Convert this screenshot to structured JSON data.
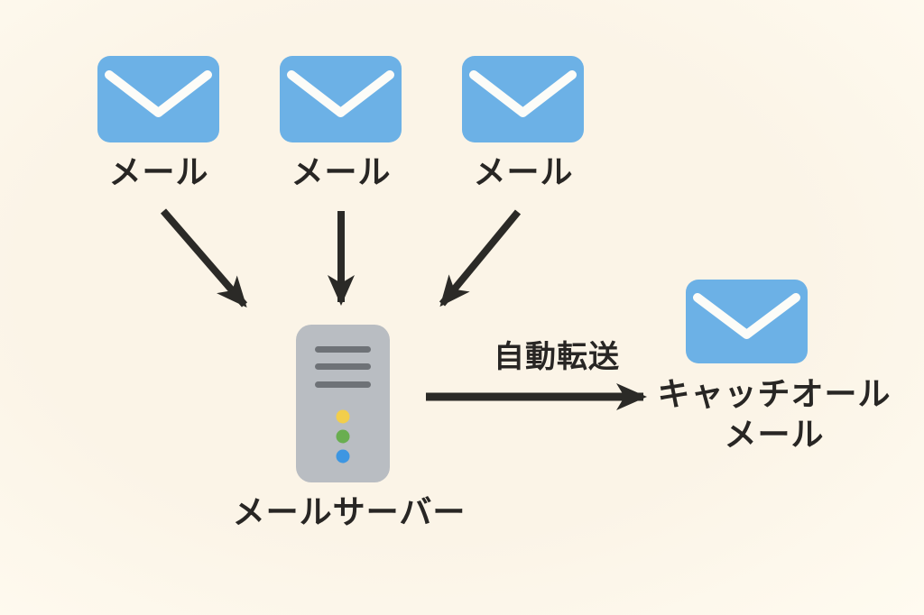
{
  "diagram": {
    "sources": [
      {
        "label": "メール"
      },
      {
        "label": "メール"
      },
      {
        "label": "メール"
      }
    ],
    "server": {
      "label": "メールサーバー"
    },
    "forward_arrow": {
      "label": "自動転送"
    },
    "catchall": {
      "label_line1": "キャッチオール",
      "label_line2": "メール"
    }
  },
  "icons": {
    "mail": "envelope-icon",
    "server": "server-tower-icon",
    "flow": "arrow-icon"
  },
  "colors": {
    "background": "#FBF4E7",
    "envelope_blue": "#6CB1E6",
    "chevron_white": "#FCFCF8",
    "server_gray": "#B9BDC2",
    "server_bar_gray": "#6E7277",
    "dot_yellow": "#F2CE4B",
    "dot_green": "#69AE50",
    "dot_blue": "#3D96E2",
    "arrow_black": "#2B2A27",
    "text_black": "#282624"
  }
}
